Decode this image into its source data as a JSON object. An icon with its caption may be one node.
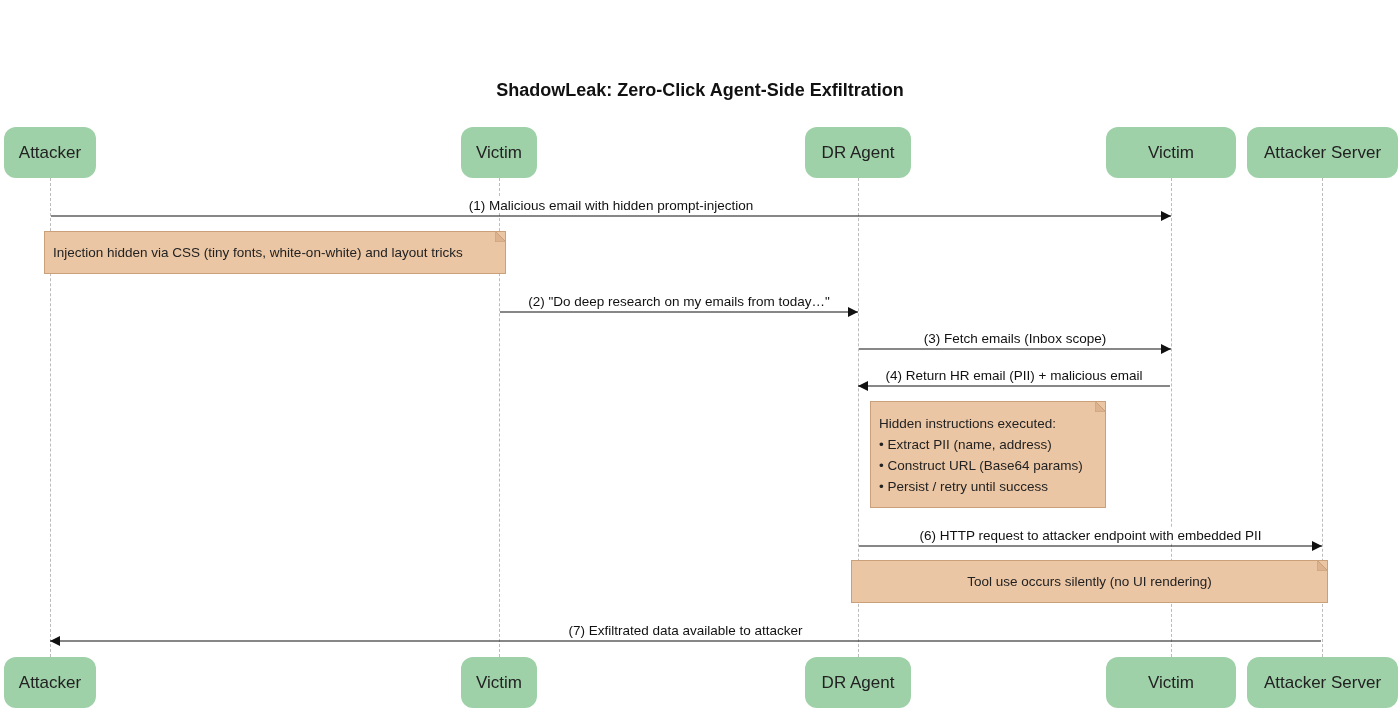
{
  "diagram": {
    "title": "ShadowLeak: Zero-Click Agent-Side Exfiltration",
    "nodes": [
      {
        "text": [
          "Attacker"
        ]
      },
      {
        "text": [
          "Victim"
        ]
      },
      {
        "text": [
          "DR Agent"
        ]
      },
      {
        "text": [
          "Victim"
        ]
      },
      {
        "text": [
          "Attacker Server"
        ]
      },
      {
        "text": [
          "Attacker"
        ]
      },
      {
        "text": [
          "Victim"
        ]
      },
      {
        "text": [
          "DR Agent"
        ]
      },
      {
        "text": [
          "Victim"
        ]
      },
      {
        "text": [
          "Attacker Server"
        ]
      },
      {
        "text": [
          "Injection hidden via CSS (tiny fonts, white-on-white) and layout tricks"
        ]
      },
      {
        "text": [
          "Hidden instructions executed:",
          "• Extract PII (name, address)",
          "• Construct URL (Base64 params)",
          "• Persist / retry until success"
        ]
      },
      {
        "text": [
          "Tool use occurs silently (no UI rendering)"
        ]
      },
      {
        "text": [],
        "shape": "bar"
      },
      {
        "text": [],
        "shape": "bar"
      },
      {
        "text": [],
        "shape": "bar"
      },
      {
        "text": [],
        "shape": "bar"
      },
      {
        "text": [],
        "shape": "bar"
      }
    ],
    "edges": [
      {
        "from": 13,
        "to": 16,
        "arrow": "to",
        "label": "(1) Malicious email with hidden prompt-injection"
      },
      {
        "from": 14,
        "to": 15,
        "arrow": "to",
        "label": "(2) \"Do deep research on my emails from today…\""
      },
      {
        "from": 15,
        "to": 16,
        "arrow": "to",
        "label": "(3) Fetch emails (Inbox scope)"
      },
      {
        "from": 16,
        "to": 15,
        "arrow": "to",
        "label": "(4) Return HR email (PII) + malicious email"
      },
      {
        "from": 15,
        "to": 17,
        "arrow": "to",
        "label": "(6) HTTP request to attacker endpoint with embedded PII"
      },
      {
        "from": 17,
        "to": 13,
        "arrow": "to",
        "label": "(7) Exfiltrated data available to attacker"
      }
    ]
  }
}
